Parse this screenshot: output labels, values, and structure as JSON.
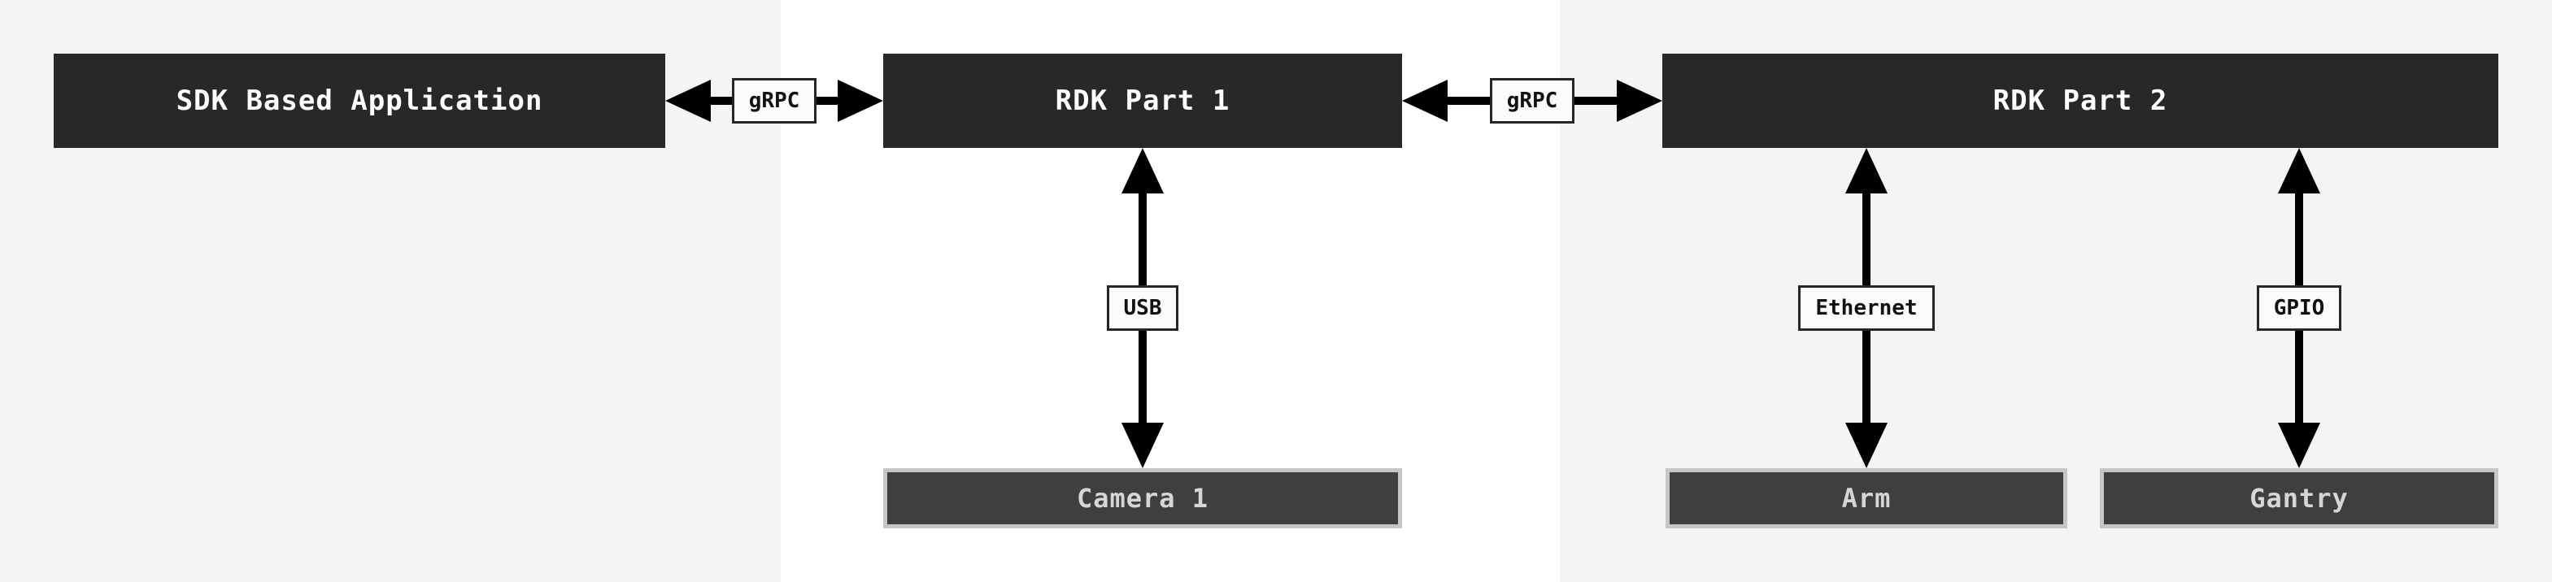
{
  "diagram": {
    "nodes": {
      "sdk_app": {
        "label": "SDK Based Application"
      },
      "rdk_part_1": {
        "label": "RDK Part 1"
      },
      "rdk_part_2": {
        "label": "RDK Part 2"
      },
      "camera_1": {
        "label": "Camera 1"
      },
      "arm": {
        "label": "Arm"
      },
      "gantry": {
        "label": "Gantry"
      }
    },
    "connections": {
      "grpc_1": {
        "label": "gRPC",
        "from": "SDK Based Application",
        "to": "RDK Part 1",
        "direction": "bidirectional"
      },
      "grpc_2": {
        "label": "gRPC",
        "from": "RDK Part 1",
        "to": "RDK Part 2",
        "direction": "bidirectional"
      },
      "usb": {
        "label": "USB",
        "from": "RDK Part 1",
        "to": "Camera 1",
        "direction": "bidirectional"
      },
      "ethernet": {
        "label": "Ethernet",
        "from": "RDK Part 2",
        "to": "Arm",
        "direction": "bidirectional"
      },
      "gpio": {
        "label": "GPIO",
        "from": "RDK Part 2",
        "to": "Gantry",
        "direction": "bidirectional"
      }
    },
    "colors": {
      "node_background": "#282828",
      "node_text": "#ffffff",
      "device_background": "#3f3f3f",
      "device_text": "#d6d6d6",
      "device_border": "#c6c6c6",
      "label_background": "#fbfbfb",
      "label_border": "#262626",
      "arrow": "#000000",
      "band_gray": "#f4f4f4",
      "band_white": "#ffffff"
    }
  }
}
